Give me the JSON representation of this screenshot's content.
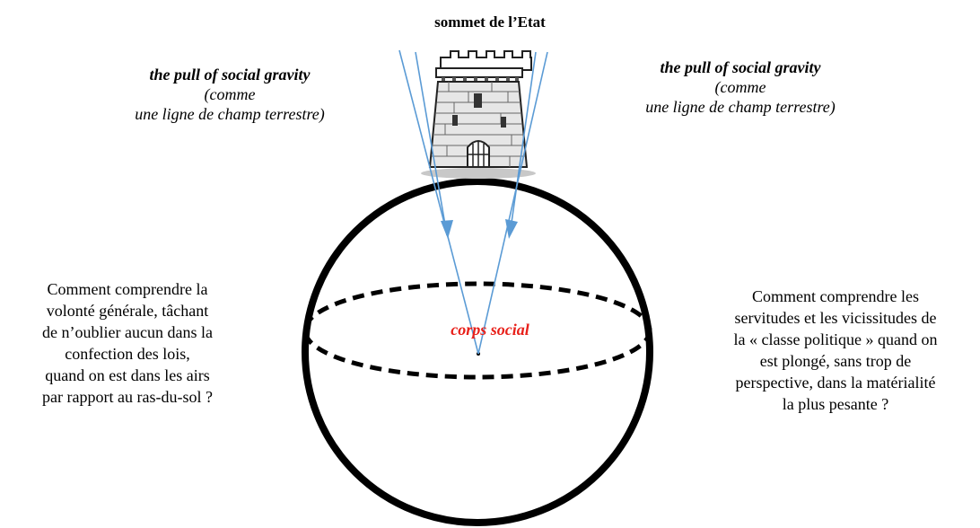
{
  "title": "sommet de l’Etat",
  "pull_left": {
    "label": "the pull of social gravity",
    "note_lines": [
      "(comme",
      "une ligne de champ terrestre)"
    ]
  },
  "pull_right": {
    "label": "the pull of social gravity",
    "note_lines": [
      "(comme",
      "une ligne de champ terrestre)"
    ]
  },
  "center_label": "corps social",
  "question_left_lines": [
    "Comment comprendre la",
    "volonté générale, tâchant",
    "de n’oublier aucun dans la",
    "confection des lois,",
    "quand on est dans les airs",
    "par rapport au ras-du-sol ?"
  ],
  "question_right_lines": [
    "Comment comprendre les",
    "servitudes et les vicissitudes de",
    "la « classe politique » quand on",
    "est plongé, sans trop de",
    "perspective, dans la matérialité",
    "la plus pesante ?"
  ],
  "colors": {
    "center_label": "#e8201a",
    "arrows": "#5b9bd5",
    "sphere": "#000000"
  },
  "icons": [
    "tower-icon"
  ]
}
